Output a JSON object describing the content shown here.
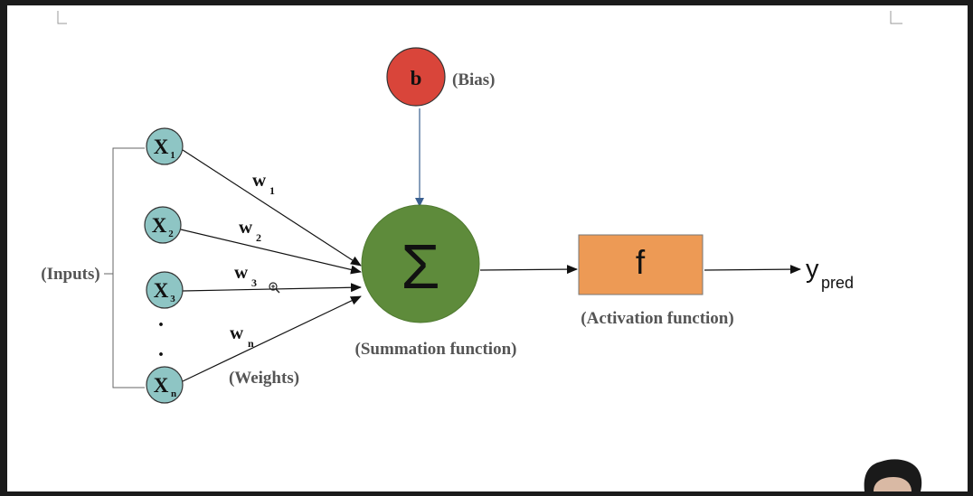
{
  "diagram": {
    "bias": {
      "symbol": "b",
      "label": "(Bias)"
    },
    "inputs": {
      "group_label": "(Inputs)",
      "nodes": [
        {
          "main": "X",
          "sub": "1"
        },
        {
          "main": "X",
          "sub": "2"
        },
        {
          "main": "X",
          "sub": "3"
        },
        {
          "main": "X",
          "sub": "n"
        }
      ],
      "ellipsis": "."
    },
    "weights": {
      "group_label": "(Weights)",
      "items": [
        {
          "main": "w",
          "sub": "1"
        },
        {
          "main": "w",
          "sub": "2"
        },
        {
          "main": "w",
          "sub": "3"
        },
        {
          "main": "w",
          "sub": "n"
        }
      ]
    },
    "summation": {
      "symbol": "Σ",
      "label": "(Summation function)"
    },
    "activation": {
      "symbol": "f",
      "label": "(Activation function)"
    },
    "output": {
      "main": "y",
      "sub": "pred"
    },
    "colors": {
      "input_fill": "#8ec5c4",
      "bias_fill": "#d9453a",
      "sum_fill": "#5e8b3b",
      "activation_fill": "#ed9a55",
      "bias_arrow": "#3a5f8f"
    }
  }
}
